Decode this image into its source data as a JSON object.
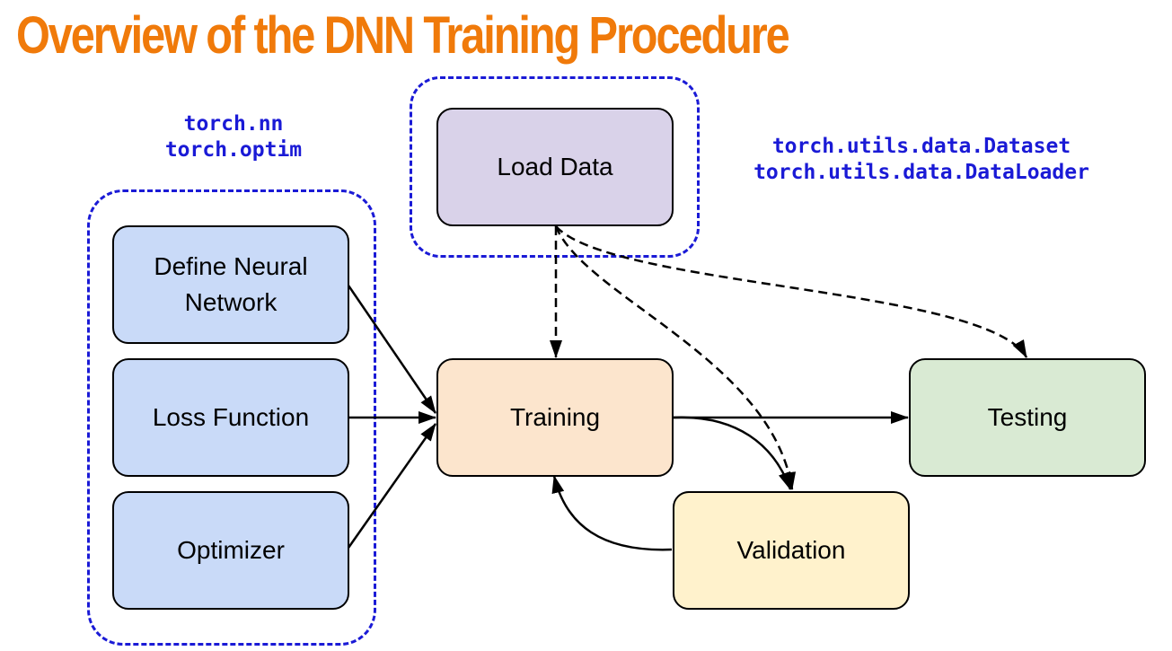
{
  "title": "Overview of the DNN Training Procedure",
  "colors": {
    "title": "#f07a0a",
    "group_border": "#1a1ad6",
    "module_text": "#1a1ad6",
    "model_node": "#c9daf8",
    "data_node": "#d9d2e9",
    "training_node": "#fce5cd",
    "validation_node": "#fff2cc",
    "testing_node": "#d9ead3"
  },
  "model_group": {
    "modules": [
      "torch.nn",
      "torch.optim"
    ],
    "nodes": {
      "define": "Define Neural Network",
      "loss": "Loss Function",
      "optimizer": "Optimizer"
    }
  },
  "data_group": {
    "modules": [
      "torch.utils.data.Dataset",
      "torch.utils.data.DataLoader"
    ],
    "node": "Load Data"
  },
  "nodes": {
    "training": "Training",
    "validation": "Validation",
    "testing": "Testing"
  }
}
